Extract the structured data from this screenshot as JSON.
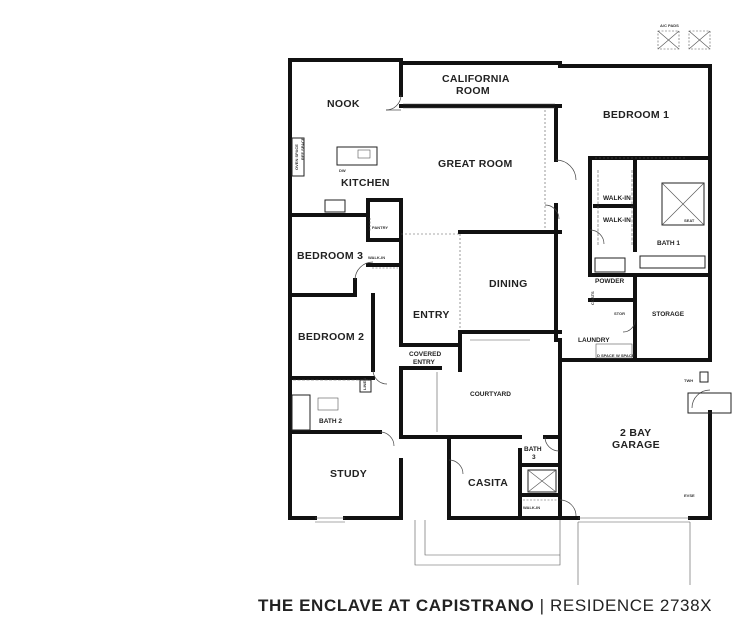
{
  "caption": {
    "community": "THE ENCLAVE AT CAPISTRANO",
    "separator": "|",
    "residence": "RESIDENCE 2738X"
  },
  "rooms": {
    "ac_pads": "A/C PADS",
    "california_room_1": "CALIFORNIA",
    "california_room_2": "ROOM",
    "nook": "NOOK",
    "kitchen": "KITCHEN",
    "great_room": "GREAT ROOM",
    "bedroom1": "BEDROOM 1",
    "walk_in_a": "WALK-IN",
    "walk_in_b": "WALK-IN",
    "bath1": "BATH 1",
    "seat": "SEAT",
    "pantry": "PANTRY",
    "bedroom3": "BEDROOM 3",
    "walk_in_bed3": "WALK-IN",
    "dining": "DINING",
    "powder": "POWDER",
    "coats": "COATS",
    "stor": "STOR",
    "storage": "STORAGE",
    "laundry": "LAUNDRY",
    "d_space": "D SPACE",
    "w_space": "W SPACE",
    "entry": "ENTRY",
    "bedroom2": "BEDROOM 2",
    "covered_entry_1": "COVERED",
    "covered_entry_2": "ENTRY",
    "linen": "LINEN",
    "twh": "TWH",
    "courtyard": "COURTYARD",
    "bath2": "BATH 2",
    "garage_1": "2 BAY",
    "garage_2": "GARAGE",
    "bath3_1": "BATH",
    "bath3_2": "3",
    "study": "STUDY",
    "casita": "CASITA",
    "evse": "EVSE",
    "walk_in_casita": "WALK-IN",
    "dw": "DW",
    "ref_space": "REF SPACE",
    "oven_space": "OVEN SPACE"
  }
}
